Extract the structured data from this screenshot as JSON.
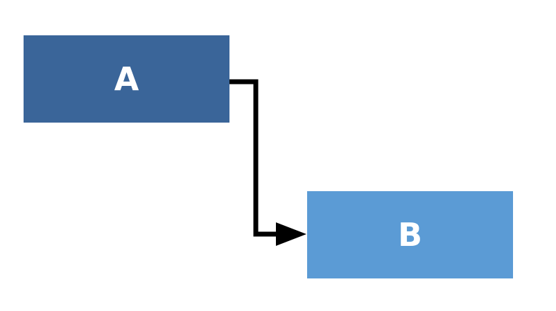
{
  "nodes": {
    "a": {
      "label": "A",
      "color": "#3A6599"
    },
    "b": {
      "label": "B",
      "color": "#5B9BD5"
    }
  },
  "connector": {
    "from": "A",
    "to": "B",
    "color": "#000000"
  }
}
